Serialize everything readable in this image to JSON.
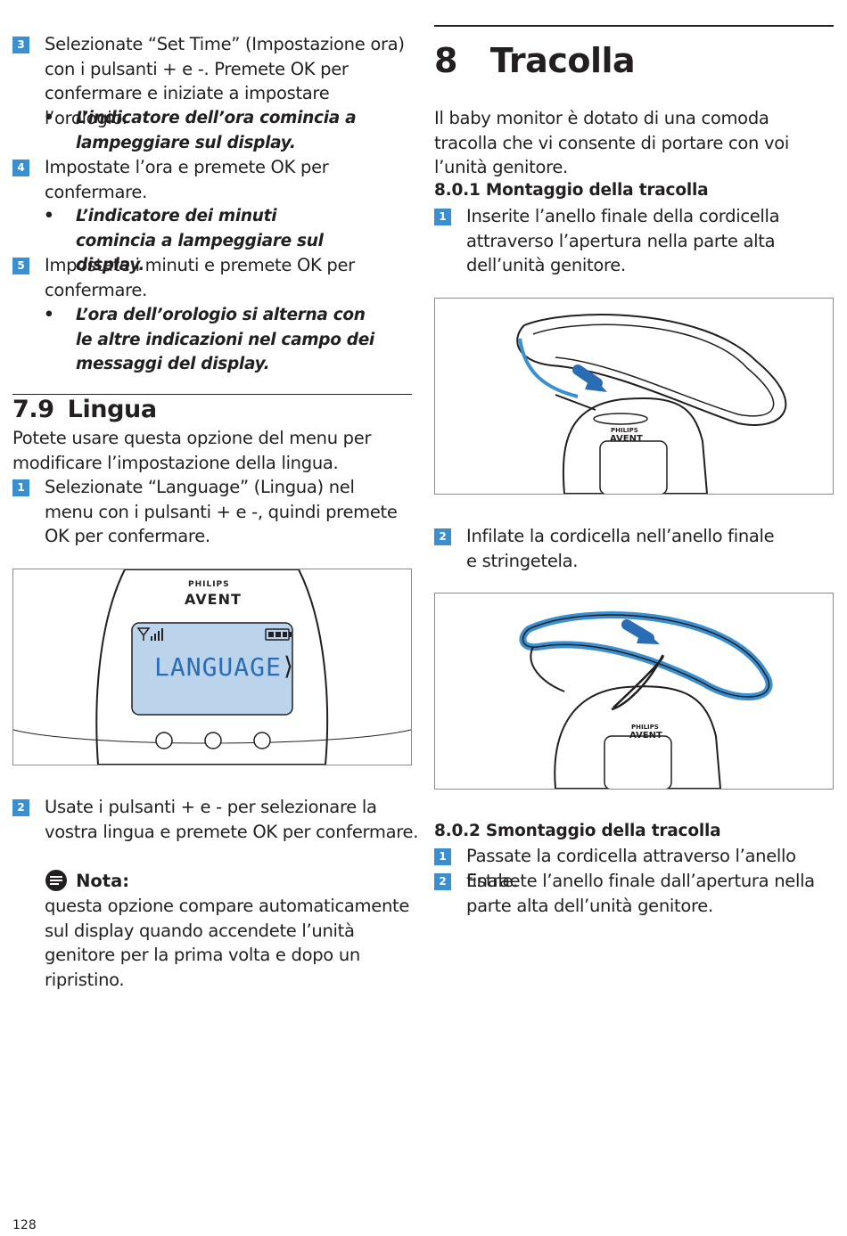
{
  "left_column": {
    "steps_top": [
      {
        "num": "3",
        "text": "Selezionate “Set Time” (Impostazione ora) con i pulsanti + e -. Premete OK per confermare e iniziate a impostare l’orologio.",
        "bullet": "L’indicatore dell’ora comincia a lampeggiare sul display."
      },
      {
        "num": "4",
        "text": "Impostate l’ora e premete OK per confermare.",
        "bullet": "L’indicatore dei minuti comincia a lampeggiare sul display."
      },
      {
        "num": "5",
        "text": "Impostate i minuti e premete OK per confermare.",
        "bullet": "L’ora dell’orologio si alterna con le altre indicazioni nel campo dei messaggi del display."
      }
    ],
    "section_7_9": {
      "number": "7.9",
      "title": "Lingua",
      "intro": "Potete usare questa opzione del menu per modificare l’impostazione della lingua.",
      "step1": {
        "num": "1",
        "text": "Selezionate “Language” (Lingua) nel menu con i pulsanti + e -, quindi premete OK per confermare."
      },
      "figure": {
        "brand_top": "PHILIPS",
        "brand_bottom": "AVENT",
        "display_text": "LANGUAGE",
        "display_arrow": "⟩"
      },
      "step2": {
        "num": "2",
        "text": "Usate i pulsanti + e - per selezionare la vostra lingua e premete OK per confermare."
      },
      "note": {
        "label": "Nota:",
        "text": "questa opzione compare automaticamente sul display quando accendete l’unità genitore per la prima volta e dopo un ripristino."
      }
    },
    "page_number": "128"
  },
  "right_column": {
    "chapter": {
      "number": "8",
      "title": "Tracolla"
    },
    "intro": "Il baby monitor è dotato di una comoda tracolla che vi consente di portare con voi l’unità genitore.",
    "sub1": {
      "title": "8.0.1 Montaggio della tracolla",
      "steps": [
        {
          "num": "1",
          "text": "Inserite l’anello finale della cordicella attraverso l’apertura nella parte alta dell’unità genitore."
        },
        {
          "num": "2",
          "text": "Infilate la cordicella nell’anello finale e stringetela."
        }
      ],
      "figure_brand_top": "PHILIPS",
      "figure_brand_bottom": "AVENT"
    },
    "sub2": {
      "title": "8.0.2 Smontaggio della tracolla",
      "steps": [
        {
          "num": "1",
          "text": "Passate la cordicella attraverso l’anello finale."
        },
        {
          "num": "2",
          "text": "Estraete l’anello finale dall’apertura nella parte alta dell’unità genitore."
        }
      ]
    }
  },
  "colors": {
    "accent_blue": "#3a8fd0",
    "lcd_blue": "#bcd3ec",
    "strap_blue": "#a9cdee",
    "text": "#231f20"
  }
}
